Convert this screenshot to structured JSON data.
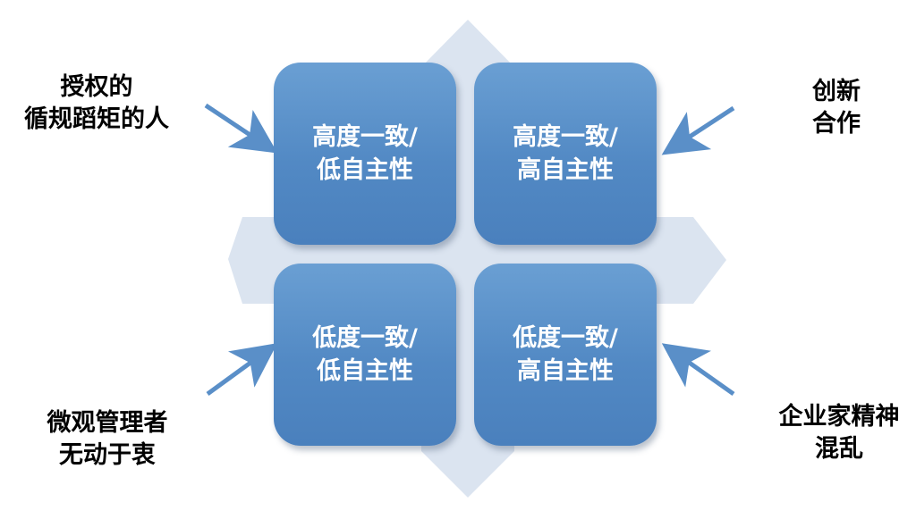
{
  "quadrants": {
    "top_left": {
      "line1": "高度一致/",
      "line2": "低自主性"
    },
    "top_right": {
      "line1": "高度一致/",
      "line2": "高自主性"
    },
    "bottom_left": {
      "line1": "低度一致/",
      "line2": "低自主性"
    },
    "bottom_right": {
      "line1": "低度一致/",
      "line2": "高自主性"
    }
  },
  "labels": {
    "top_left": {
      "line1": "授权的",
      "line2": "循规蹈矩的人"
    },
    "top_right": {
      "line1": "创新",
      "line2": "合作"
    },
    "bottom_left": {
      "line1": "微观管理者",
      "line2": "无动于衷"
    },
    "bottom_right": {
      "line1": "企业家精神",
      "line2": "混乱"
    }
  },
  "colors": {
    "quadrant_fill": "#5b91cb",
    "cross_arrow": "#dbe4f0",
    "pointer_arrow": "#5a8fc8",
    "label_text": "#000000",
    "quadrant_text": "#ffffff"
  }
}
